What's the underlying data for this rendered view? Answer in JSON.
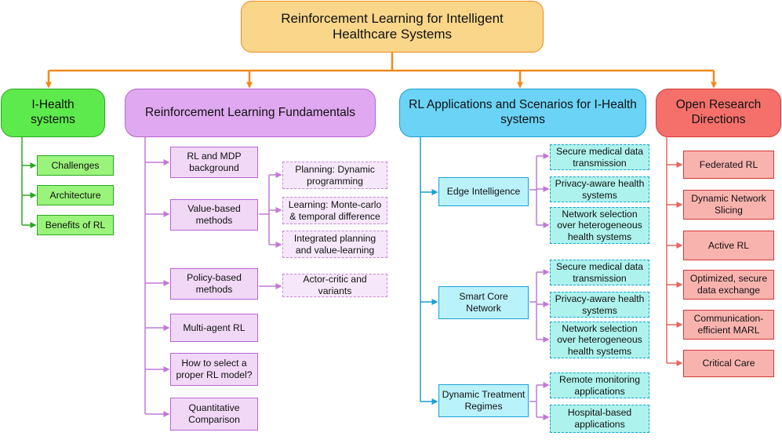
{
  "root": "Reinforcement Learning for Intelligent Healthcare Systems",
  "colors": {
    "orange": "#f08a1c",
    "green": "#2aa821",
    "purple": "#c079d8",
    "blue": "#1aa0d4",
    "red": "#e8655f"
  },
  "categories": {
    "ihealth": {
      "title": "I-Health systems",
      "items": [
        "Challenges",
        "Architecture",
        "Benefits of RL"
      ]
    },
    "fundamentals": {
      "title": "Reinforcement Learning Fundamentals",
      "items": [
        {
          "label": "RL and MDP background"
        },
        {
          "label": "Value-based methods",
          "subs": [
            "Planning: Dynamic programming",
            "Learning: Monte-carlo & temporal difference",
            "Integrated planning and value-learning"
          ]
        },
        {
          "label": "Policy-based methods",
          "subs": [
            "Actor-critic and variants"
          ]
        },
        {
          "label": "Multi-agent RL"
        },
        {
          "label": "How to select a proper RL model?"
        },
        {
          "label": "Quantitative Comparison"
        }
      ]
    },
    "applications": {
      "title": "RL Applications and Scenarios for I-Health systems",
      "items": [
        {
          "label": "Edge Intelligence",
          "subs": [
            "Secure medical data transmission",
            "Privacy-aware health systems",
            "Network selection over heterogeneous health systems"
          ]
        },
        {
          "label": "Smart Core Network",
          "subs": [
            "Secure medical data transmission",
            "Privacy-aware health systems",
            "Network selection over heterogeneous health systems"
          ]
        },
        {
          "label": "Dynamic Treatment Regimes",
          "subs": [
            "Remote monitoring applications",
            "Hospital-based applications"
          ]
        }
      ]
    },
    "research": {
      "title": "Open Research Directions",
      "items": [
        "Federated RL",
        "Dynamic Network Slicing",
        "Active RL",
        "Optimized, secure data exchange",
        "Communication-efficient MARL",
        "Critical Care"
      ]
    }
  }
}
